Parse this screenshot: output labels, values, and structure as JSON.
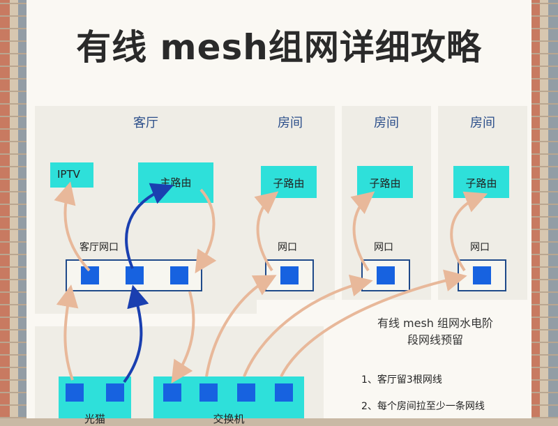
{
  "title": "有线 mesh组网详细攻略",
  "living_room": {
    "label": "客厅",
    "iptv": "IPTV",
    "main_router": "主路由",
    "port_label": "客厅网口",
    "modem": "光猫",
    "switch": "交换机"
  },
  "rooms": [
    {
      "label": "房间",
      "router": "子路由",
      "port": "网口"
    },
    {
      "label": "房间",
      "router": "子路由",
      "port": "网口"
    },
    {
      "label": "房间",
      "router": "子路由",
      "port": "网口"
    }
  ],
  "note": {
    "title_line1": "有线 mesh 组网水电阶",
    "title_line2": "段网线预留",
    "items": [
      "1、客厅留3根网线",
      "2、每个房间拉至少一条网线"
    ]
  },
  "colors": {
    "teal": "#2ee0da",
    "port_blue": "#1762e0",
    "dark_blue_arrow": "#1a3fb0",
    "light_arrow": "#e8b89a"
  }
}
